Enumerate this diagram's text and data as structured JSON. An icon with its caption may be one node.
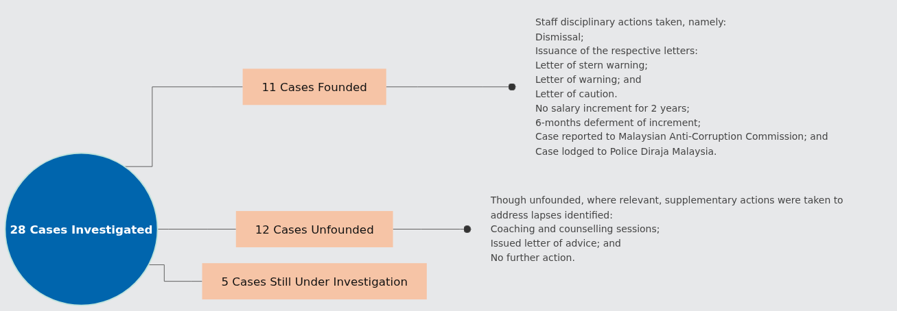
{
  "diagram": {
    "nodes": [
      {
        "text": [
          "28 Cases Investigated"
        ]
      },
      {
        "text": [
          "11 Cases Founded"
        ]
      },
      {
        "text": [
          "12 Cases Unfounded"
        ]
      },
      {
        "text": [
          "5 Cases Still Under Investigation"
        ]
      },
      {
        "text": [
          "Staff disciplinary actions taken, namely:",
          "Dismissal;",
          "Issuance of the respective letters:",
          "Letter of stern warning;",
          "Letter of warning; and",
          "Letter of caution.",
          "No salary increment for 2 years;",
          "6-months deferment of increment;",
          "Case reported to Malaysian Anti-Corruption Commission; and",
          "Case lodged to Police Diraja Malaysia."
        ]
      },
      {
        "text": [
          "Though unfounded, where relevant, supplementary actions were taken to address lapses identified:",
          "Coaching and counselling sessions;",
          "Issued letter of advice; and",
          "No further action."
        ]
      }
    ],
    "edges": [
      {
        "from": 0,
        "to": 1,
        "arrow": "none"
      },
      {
        "from": 0,
        "to": 2,
        "arrow": "none"
      },
      {
        "from": 0,
        "to": 3,
        "arrow": "none"
      },
      {
        "from": 1,
        "to": 4,
        "arrow": "other"
      },
      {
        "from": 2,
        "to": 5,
        "arrow": "other"
      }
    ]
  }
}
